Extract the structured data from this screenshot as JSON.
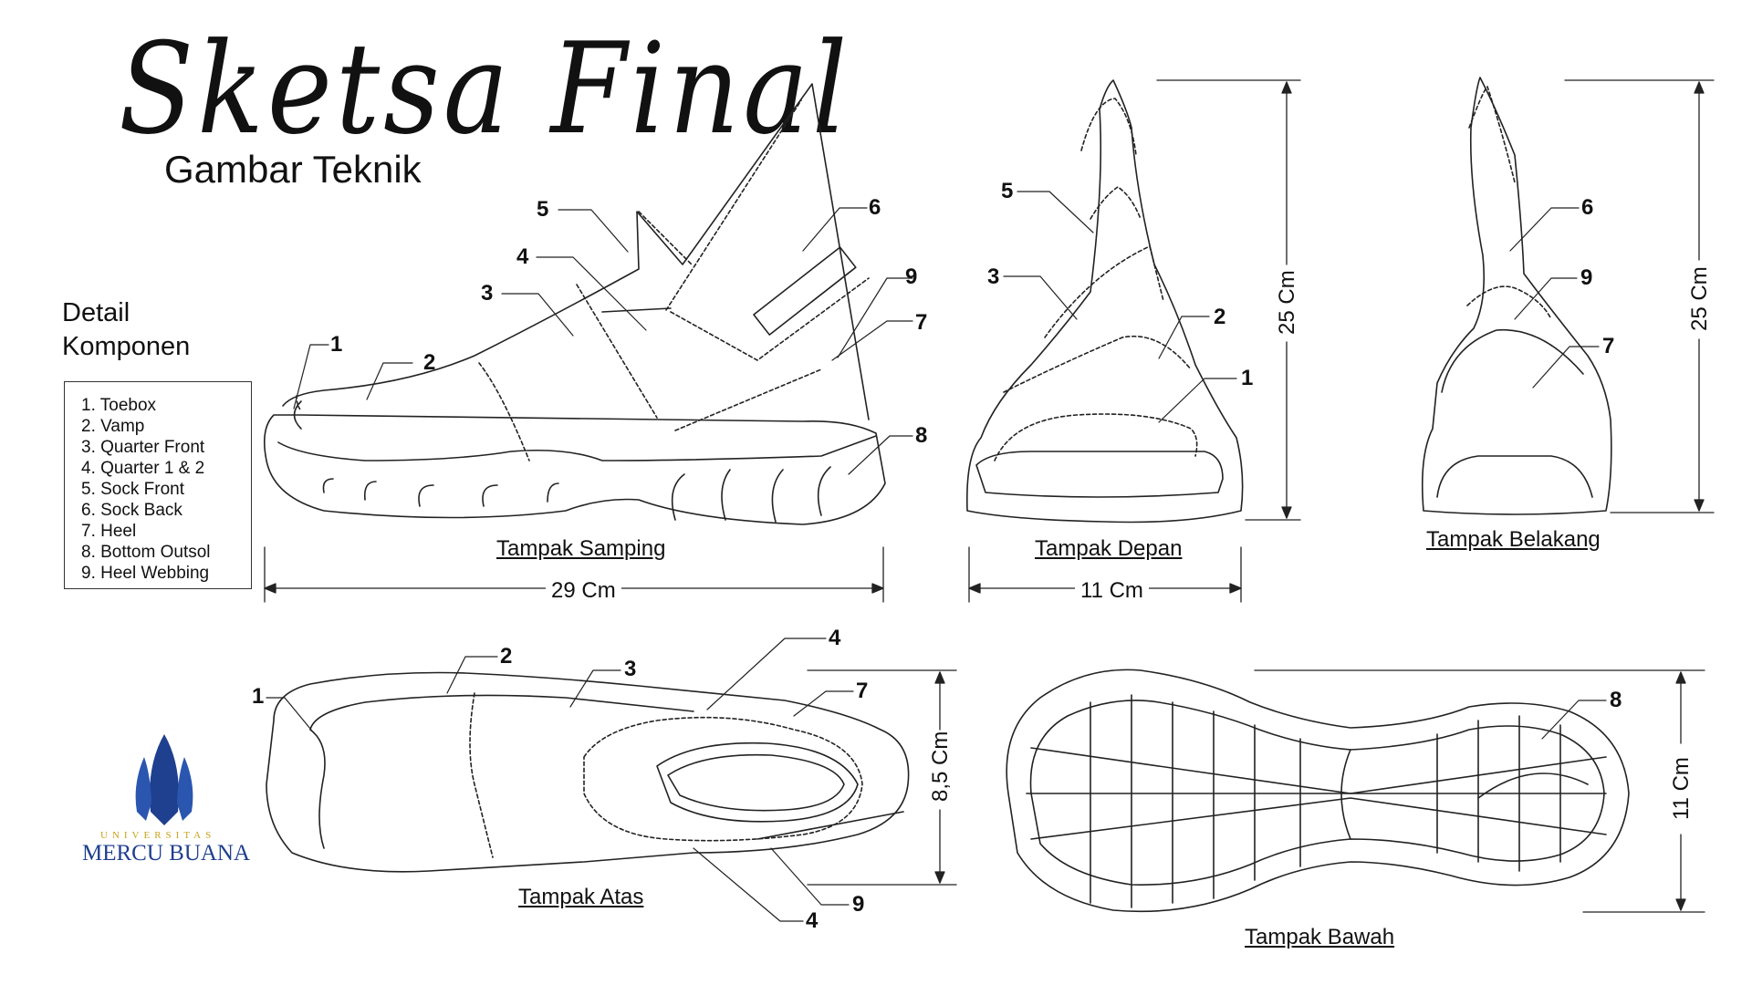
{
  "header": {
    "title": "Sketsa Final",
    "subtitle": "Gambar Teknik"
  },
  "detail": {
    "heading_line1": "Detail",
    "heading_line2": "Komponen",
    "components": [
      "1. Toebox",
      "2. Vamp",
      "3. Quarter Front",
      "4. Quarter 1 & 2",
      "5. Sock Front",
      "6. Sock Back",
      "7. Heel",
      "8. Bottom Outsol",
      "9. Heel Webbing"
    ]
  },
  "views": {
    "side": {
      "label": "Tampak Samping",
      "dimension": "29 Cm"
    },
    "front": {
      "label": "Tampak Depan",
      "dimension_width": "11 Cm",
      "dimension_height": "25 Cm"
    },
    "back": {
      "label": "Tampak Belakang",
      "dimension_height": "25 Cm"
    },
    "top": {
      "label": "Tampak Atas",
      "dimension_height": "8,5 Cm"
    },
    "bottom": {
      "label": "Tampak Bawah",
      "dimension_height": "11 Cm"
    }
  },
  "callouts": {
    "side": [
      "1",
      "2",
      "3",
      "4",
      "5",
      "6",
      "7",
      "8",
      "9"
    ],
    "front": [
      "5",
      "3",
      "2",
      "1"
    ],
    "back": [
      "6",
      "9",
      "7"
    ],
    "top": [
      "1",
      "2",
      "3",
      "4",
      "7",
      "4",
      "9"
    ],
    "bottom": [
      "8"
    ]
  },
  "logo": {
    "small_text": "UNIVERSITAS",
    "name": "MERCU BUANA",
    "brand_color": "#1f3f8f"
  }
}
